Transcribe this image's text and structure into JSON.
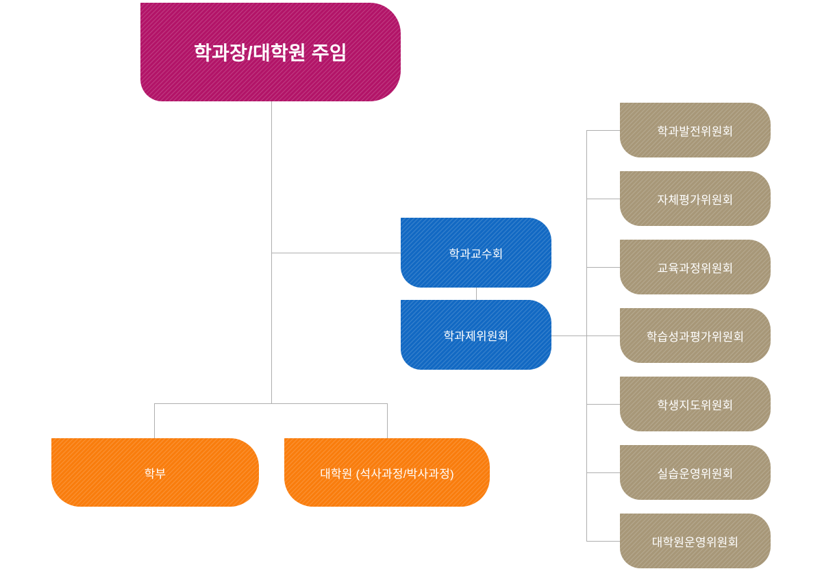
{
  "org": {
    "root": {
      "label": "학과장/대학원 주임"
    },
    "councils": [
      {
        "label": "학과교수회"
      },
      {
        "label": "학과제위원회"
      }
    ],
    "programs": [
      {
        "label": "학부"
      },
      {
        "label": "대학원 (석사과정/박사과정)"
      }
    ],
    "committees": [
      {
        "label": "학과발전위원회"
      },
      {
        "label": "자체평가위원회"
      },
      {
        "label": "교육과정위원회"
      },
      {
        "label": "학습성과평가위원회"
      },
      {
        "label": "학생지도위원회"
      },
      {
        "label": "실습운영위원회"
      },
      {
        "label": "대학원운영위원회"
      }
    ],
    "colors": {
      "root": "#b21468",
      "council": "#1269c3",
      "program": "#f97d0d",
      "committee": "#a79778",
      "connector": "#aeaeae"
    }
  }
}
